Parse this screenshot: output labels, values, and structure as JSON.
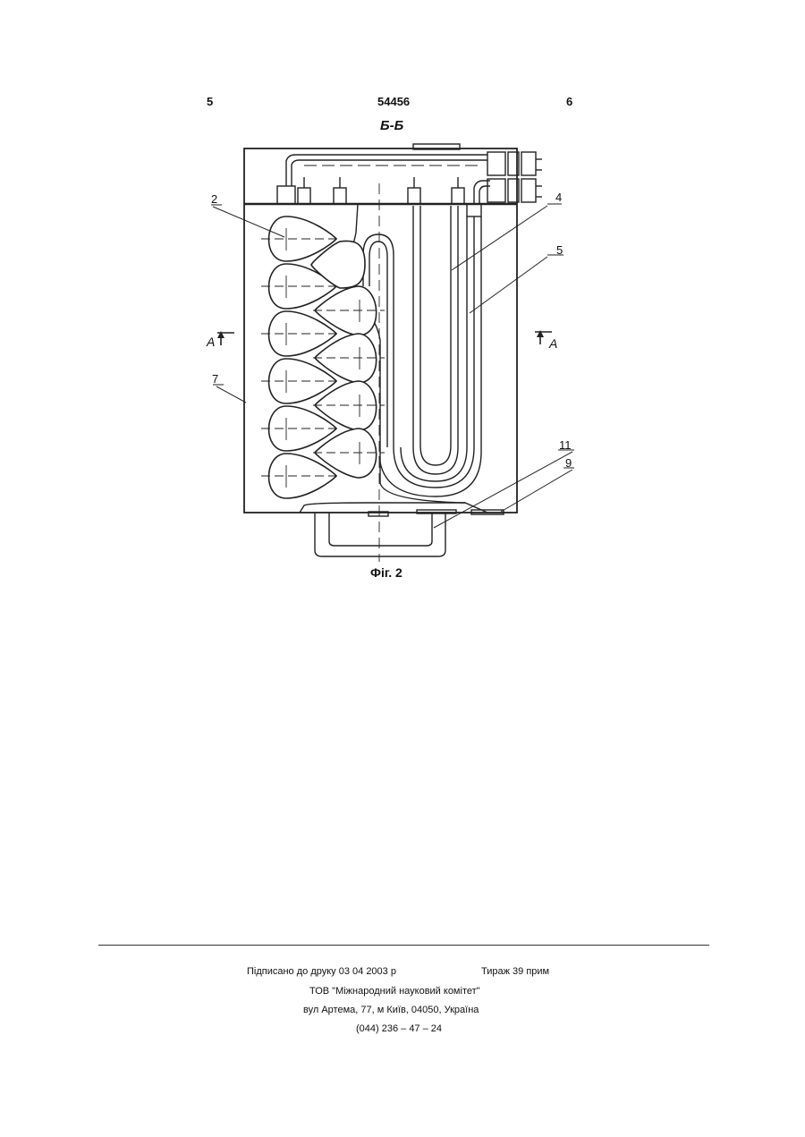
{
  "header": {
    "page_left": "5",
    "patent_number": "54456",
    "page_right": "6"
  },
  "drawing": {
    "section_title": "Б-Б",
    "callouts": [
      "2",
      "4",
      "5",
      "7",
      "11",
      "9"
    ],
    "section_mark_left": "A",
    "section_mark_right": "A",
    "caption": "Фіг. 2"
  },
  "footer": {
    "signed": "Підписано до друку 03 04 2003 р",
    "print_run": "Тираж 39 прим",
    "organization": "ТОВ \"Міжнародний науковий комітет\"",
    "address": "вул  Артема, 77, м  Київ, 04050, Україна",
    "phone": "(044) 236 – 47 – 24"
  }
}
